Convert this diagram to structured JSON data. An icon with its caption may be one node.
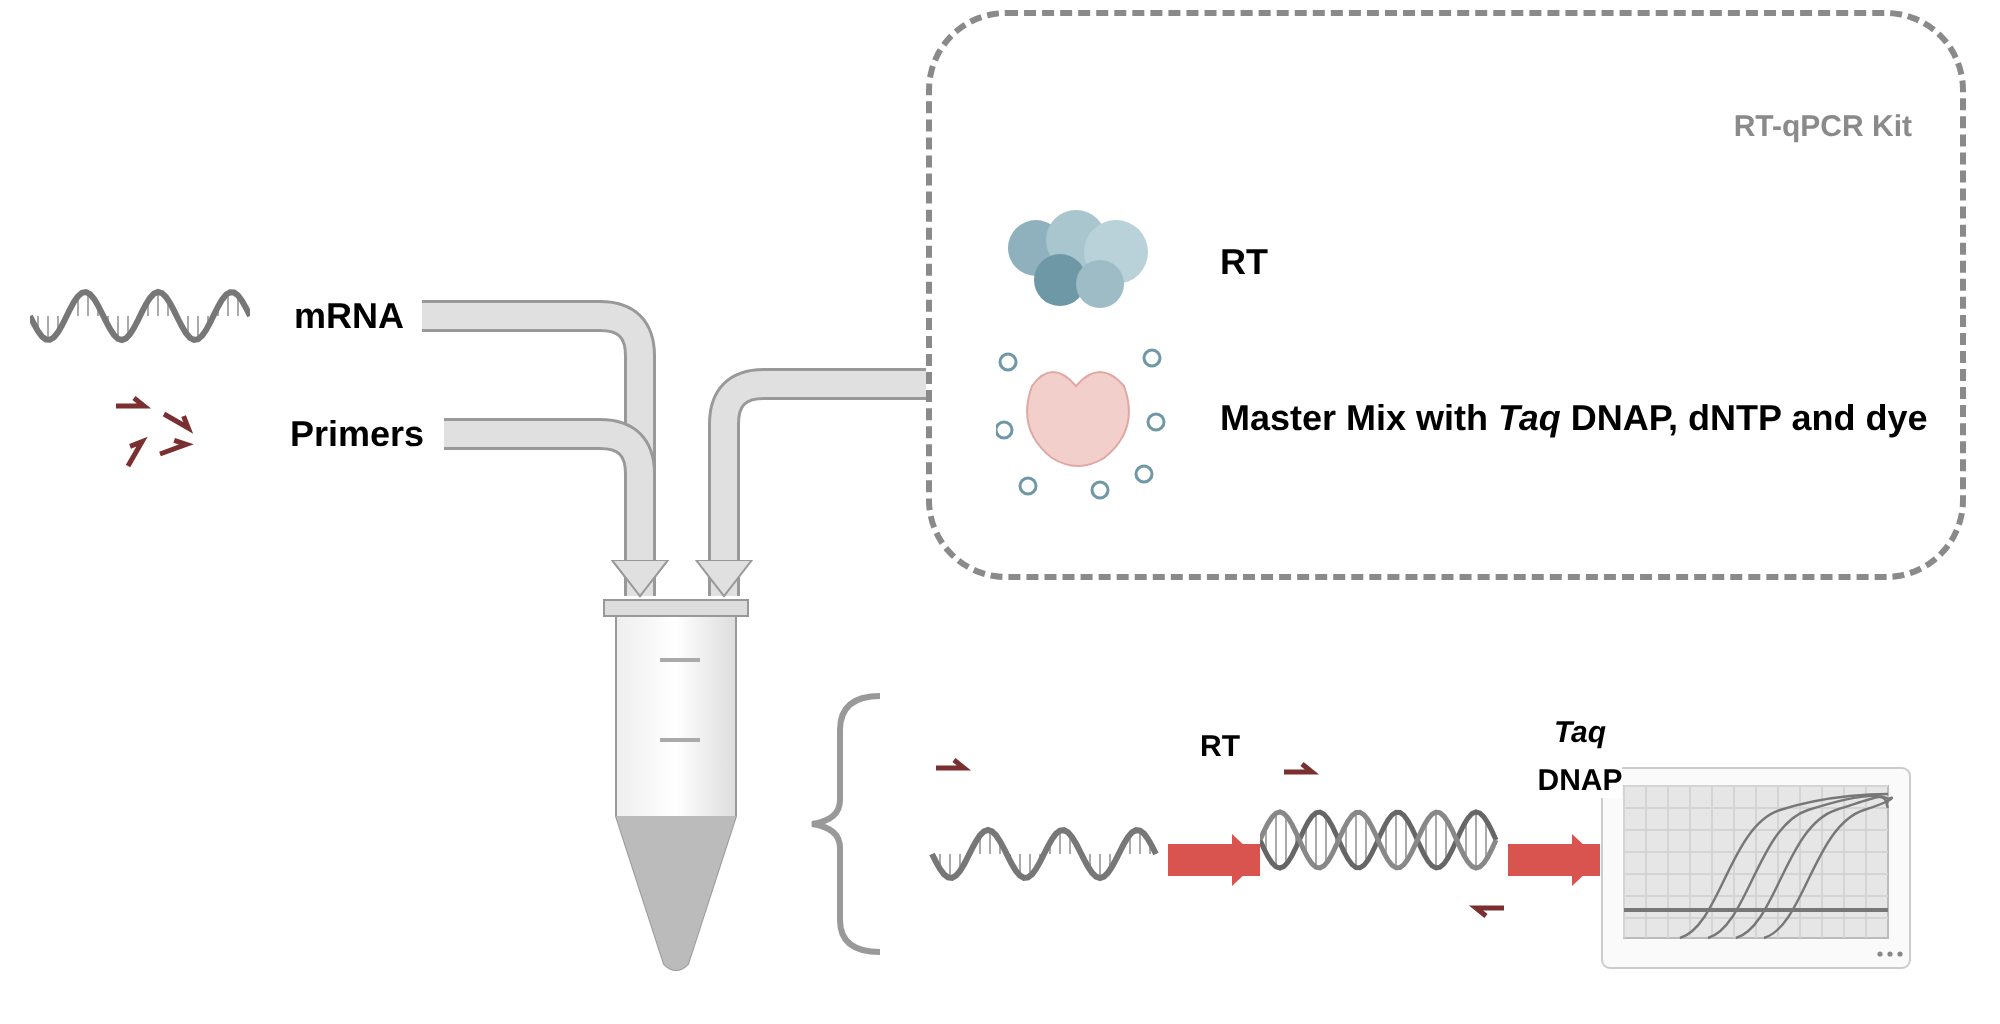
{
  "diagram": {
    "nodes": [
      {
        "text": [
          "RT-qPCR Kit"
        ]
      },
      {
        "text": [
          "RT"
        ],
        "in": 0
      },
      {
        "text": [
          "Master Mix with *Taq* DNAP, dNTP and dye"
        ],
        "in": 0
      },
      {
        "text": [
          "mRNA"
        ]
      },
      {
        "text": [
          "Primers"
        ]
      },
      {
        "text": [],
        "shape": "picture"
      },
      {
        "text": [],
        "shape": "picture"
      },
      {
        "text": [],
        "shape": "picture"
      },
      {
        "text": [],
        "shape": "picture"
      }
    ],
    "edges": [
      {
        "from": 3,
        "to": 5,
        "arrow": "to"
      },
      {
        "from": 4,
        "to": 5,
        "arrow": "to"
      },
      {
        "from": 0,
        "to": 5,
        "arrow": "to"
      },
      {
        "from": 6,
        "to": 7,
        "arrow": "to",
        "label": "RT",
        "color": "#d9534f"
      },
      {
        "from": 7,
        "to": 8,
        "arrow": "to",
        "label": "*Taq* DNAP",
        "color": "#d9534f"
      }
    ]
  }
}
